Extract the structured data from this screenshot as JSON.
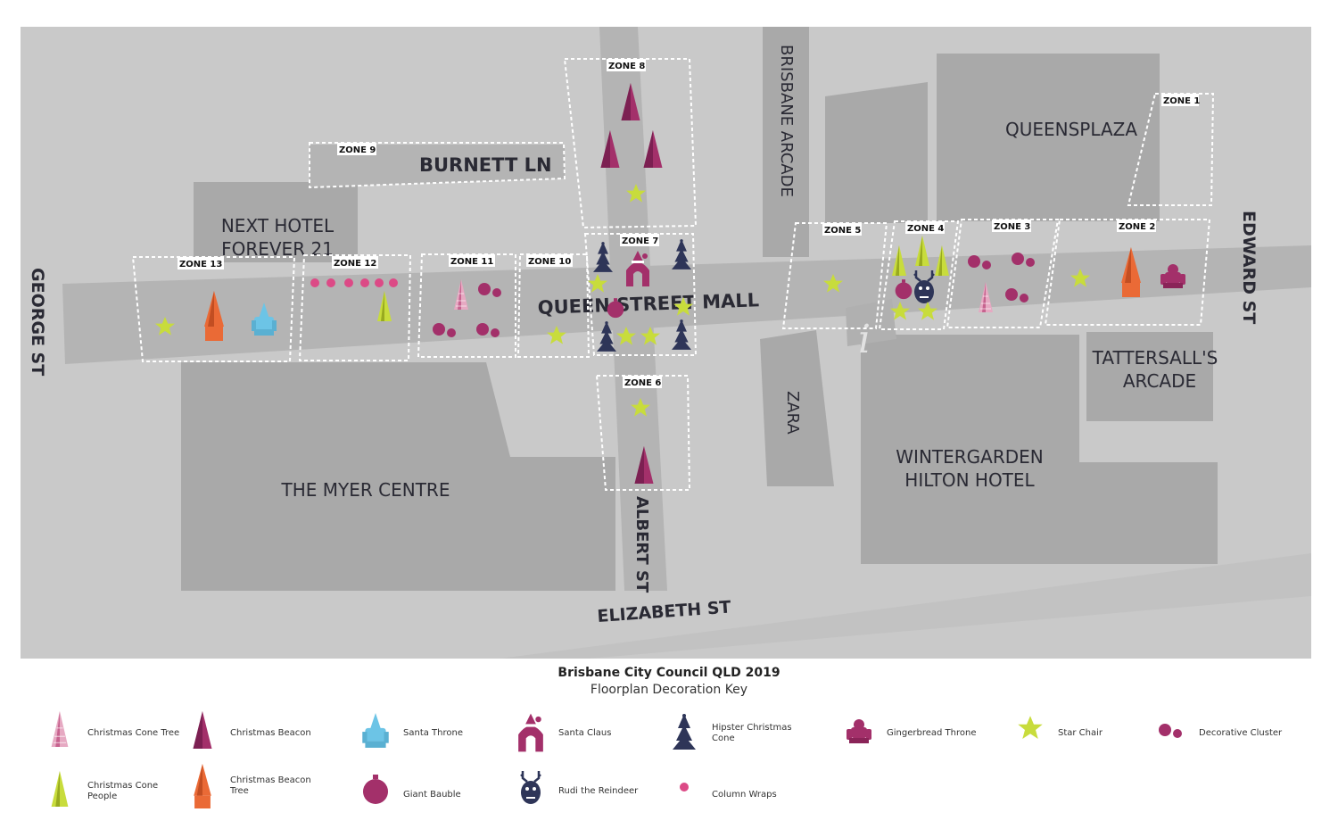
{
  "map": {
    "streets": {
      "george": "GEORGE ST",
      "edward": "EDWARD ST",
      "albert": "ALBERT ST",
      "elizabeth": "ELIZABETH ST",
      "burnett": "BURNETT LN",
      "queen": "QUEEN STREET MALL",
      "brisbane_arcade": "BRISBANE ARCADE",
      "zara": "ZARA"
    },
    "buildings": {
      "next_hotel_1": "NEXT HOTEL",
      "next_hotel_2": "FOREVER 21",
      "myer": "THE MYER CENTRE",
      "queensplaza": "QUEENSPLAZA",
      "tattersalls_1": "TATTERSALL'S",
      "tattersalls_2": "ARCADE",
      "wintergarden_1": "WINTERGARDEN",
      "wintergarden_2": "HILTON HOTEL"
    },
    "info_glyph": "i",
    "zones": {
      "z1": "ZONE 1",
      "z2": "ZONE 2",
      "z3": "ZONE 3",
      "z4": "ZONE 4",
      "z5": "ZONE 5",
      "z6": "ZONE 6",
      "z7": "ZONE 7",
      "z8": "ZONE 8",
      "z9": "ZONE 9",
      "z10": "ZONE 10",
      "z11": "ZONE 11",
      "z12": "ZONE 12",
      "z13": "ZONE 13"
    }
  },
  "legend": {
    "title": "Brisbane City Council QLD 2019",
    "subtitle": "Floorplan Decoration Key",
    "items": {
      "cone_tree": "Christmas Cone Tree",
      "beacon": "Christmas Beacon",
      "santa_throne": "Santa Throne",
      "santa_claus": "Santa Claus",
      "hipster_cone": "Hipster Christmas Cone",
      "gingerbread_throne": "Gingerbread Throne",
      "star_chair": "Star Chair",
      "decorative_cluster": "Decorative Cluster",
      "cone_people": "Christmas Cone People",
      "beacon_tree": "Christmas Beacon Tree",
      "giant_bauble": "Giant Bauble",
      "rudi": "Rudi the Reindeer",
      "column_wraps": "Column Wraps"
    }
  },
  "colors": {
    "map_bg": "#c9c9c9",
    "block": "#a9a9a9",
    "road": "#b4b4b4",
    "magenta": "#a3306a",
    "navy": "#2e3558",
    "lime": "#c8dc3c",
    "orange": "#ea6a36",
    "sky": "#6cc4e6",
    "pink": "#dc4a86"
  }
}
